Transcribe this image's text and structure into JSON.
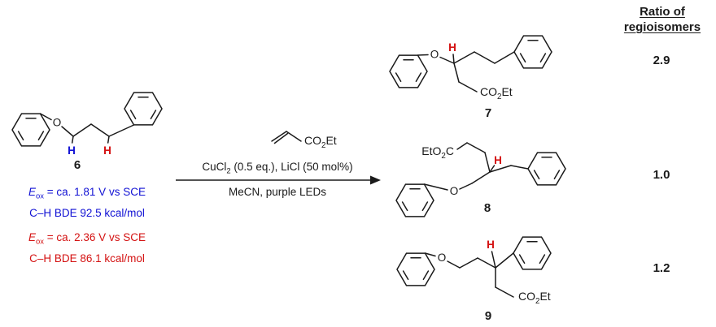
{
  "colors": {
    "ink": "#1a1a1a",
    "blue": "#1212d4",
    "red": "#d41212"
  },
  "atoms": {
    "oxygen": "O",
    "hydrogen": "H"
  },
  "compound6": {
    "label": "6"
  },
  "acrylate": {
    "pre": "CO",
    "sub": "2",
    "post": "Et"
  },
  "conditions": {
    "reagent_pre": "CuCl",
    "reagent_sub": "2",
    "reagent_rest": " (0.5 eq.), LiCl (50 mol%)",
    "solvent": "MeCN, purple LEDs"
  },
  "blue_info": {
    "e": "E",
    "e_sub": "ox",
    "rest": " = ca. 1.81 V vs SCE",
    "bde": "C–H BDE 92.5 kcal/mol"
  },
  "red_info": {
    "e": "E",
    "e_sub": "ox",
    "rest": " = ca. 2.36 V vs SCE",
    "bde": "C–H BDE 86.1 kcal/mol"
  },
  "ratio_header": {
    "line1": "Ratio of",
    "line2": "regioisomers"
  },
  "products": {
    "p7": {
      "label": "7",
      "ratio": "2.9",
      "ester_pre": "CO",
      "ester_sub": "2",
      "ester_post": "Et"
    },
    "p8": {
      "label": "8",
      "ratio": "1.0",
      "ester_pre": "EtO",
      "ester_sub": "2",
      "ester_post": "C"
    },
    "p9": {
      "label": "9",
      "ratio": "1.2",
      "ester_pre": "CO",
      "ester_sub": "2",
      "ester_post": "Et"
    }
  }
}
